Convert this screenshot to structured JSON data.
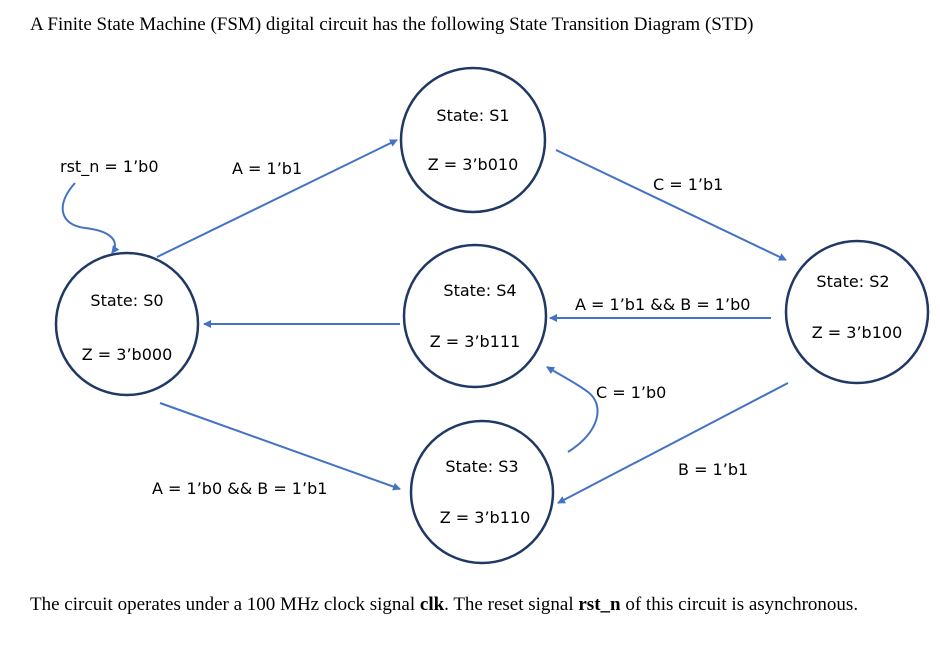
{
  "intro": "A Finite State Machine (FSM) digital circuit has the following State Transition Diagram (STD)",
  "footer": {
    "part1": "The circuit operates under a 100 MHz clock signal ",
    "clk": "clk",
    "part2": ". The reset signal ",
    "rst": "rst_n",
    "part3": " of this circuit is asynchronous."
  },
  "colors": {
    "circle_stroke": "#1f3864",
    "arrow": "#4472c4",
    "text": "#000000"
  },
  "states": {
    "s0": {
      "name": "State: S0",
      "output": "Z = 3’b000"
    },
    "s1": {
      "name": "State: S1",
      "output": "Z = 3’b010"
    },
    "s2": {
      "name": "State: S2",
      "output": "Z = 3’b100"
    },
    "s3": {
      "name": "State: S3",
      "output": "Z = 3’b110"
    },
    "s4": {
      "name": "State: S4",
      "output": "Z = 3’b111"
    }
  },
  "transitions": {
    "reset": "rst_n = 1’b0",
    "s0_s1": "A = 1’b1",
    "s1_s2": "C = 1’b1",
    "s2_s4": "A = 1’b1 && B = 1’b0",
    "s3_s4": "C = 1’b0",
    "s2_s3": "B = 1’b1",
    "s0_s3": "A = 1’b0 && B = 1’b1"
  }
}
